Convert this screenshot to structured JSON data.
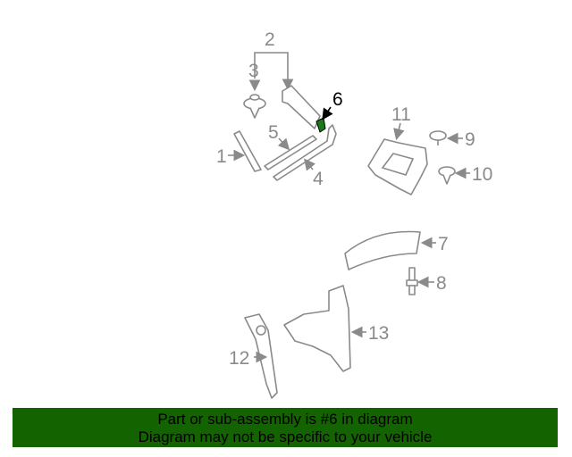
{
  "diagram": {
    "labels": [
      "1",
      "2",
      "3",
      "4",
      "5",
      "6",
      "7",
      "8",
      "9",
      "10",
      "11",
      "12",
      "13"
    ],
    "highlighted_part": "6",
    "highlight_color": "#1a7a1a"
  },
  "banner": {
    "line1": "Part or sub-assembly is #6 in diagram",
    "line2": "Diagram may not be specific to your vehicle",
    "color": "#136400"
  }
}
